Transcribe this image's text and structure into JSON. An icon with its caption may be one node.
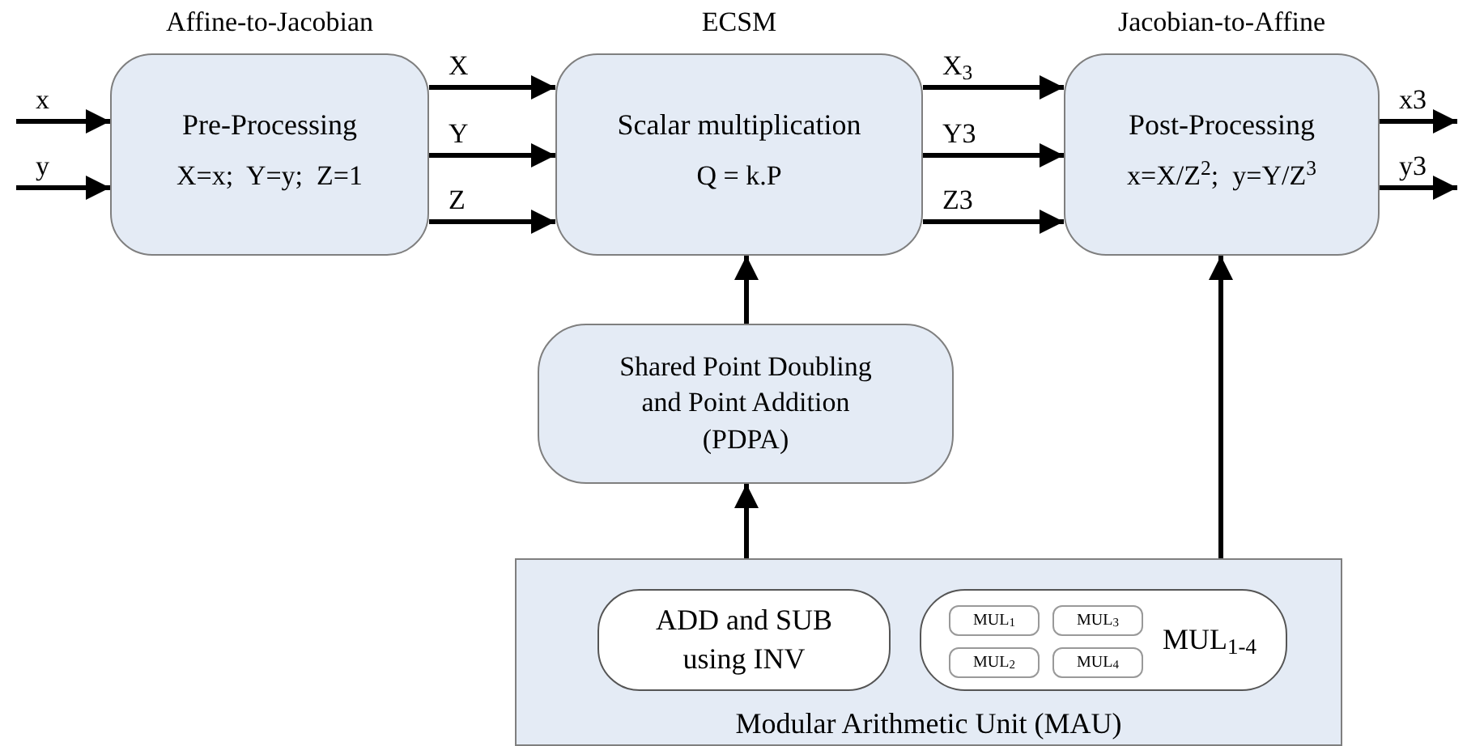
{
  "diagram": {
    "nodes": [
      {
        "text": [
          "Affine-to-Jacobian",
          "Pre-Processing",
          "X=x;  Y=y;  Z=1"
        ]
      },
      {
        "text": [
          "ECSM",
          "Scalar multiplication",
          "Q = k.P"
        ]
      },
      {
        "text": [
          "Jacobian-to-Affine",
          "Post-Processing",
          "x=X/Z$^{2}$;  y=Y/Z$^{3}$"
        ]
      },
      {
        "text": [
          "Shared Point Doubling and Point Addition (PDPA)"
        ]
      },
      {
        "text": [
          "Modular Arithmetic Unit (MAU)"
        ]
      },
      {
        "text": [
          "ADD and SUB using INV"
        ],
        "in": 4
      },
      {
        "text": [
          "MUL$_{1-4}$"
        ],
        "in": 4
      },
      {
        "text": [
          "MUL$_{1}$"
        ],
        "in": 6
      },
      {
        "text": [
          "MUL$_{3}$"
        ],
        "in": 6
      },
      {
        "text": [
          "MUL$_{2}$"
        ],
        "in": 6
      },
      {
        "text": [
          "MUL$_{4}$"
        ],
        "in": 6
      }
    ],
    "edges": [
      {
        "from": null,
        "to": 0,
        "arrow": "to",
        "label": "x"
      },
      {
        "from": null,
        "to": 0,
        "arrow": "to",
        "label": "y"
      },
      {
        "from": 0,
        "to": 1,
        "arrow": "to",
        "label": "X"
      },
      {
        "from": 0,
        "to": 1,
        "arrow": "to",
        "label": "Y"
      },
      {
        "from": 0,
        "to": 1,
        "arrow": "to",
        "label": "Z"
      },
      {
        "from": 1,
        "to": 2,
        "arrow": "to",
        "label": "X$_{3}$"
      },
      {
        "from": 1,
        "to": 2,
        "arrow": "to",
        "label": "Y3"
      },
      {
        "from": 1,
        "to": 2,
        "arrow": "to",
        "label": "Z3"
      },
      {
        "from": 2,
        "to": null,
        "arrow": "to",
        "label": "x3"
      },
      {
        "from": 2,
        "to": null,
        "arrow": "to",
        "label": "y3"
      },
      {
        "from": 3,
        "to": 1,
        "arrow": "to"
      },
      {
        "from": 4,
        "to": 3,
        "arrow": "to"
      },
      {
        "from": 4,
        "to": 2,
        "arrow": "to"
      }
    ]
  }
}
